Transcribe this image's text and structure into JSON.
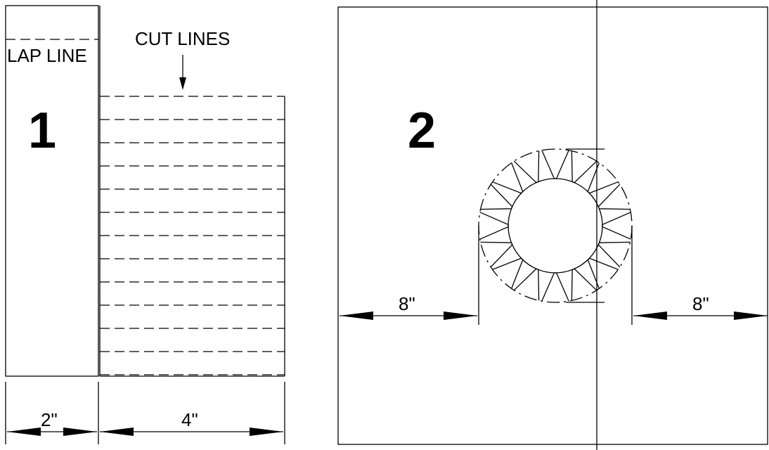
{
  "panel1": {
    "number": "1",
    "lap_label": "LAP LINE",
    "cut_label": "CUT LINES",
    "dim_left": "2\"",
    "dim_right": "4\""
  },
  "panel2": {
    "number": "2",
    "dim_left": "8\"",
    "dim_right": "8\""
  }
}
